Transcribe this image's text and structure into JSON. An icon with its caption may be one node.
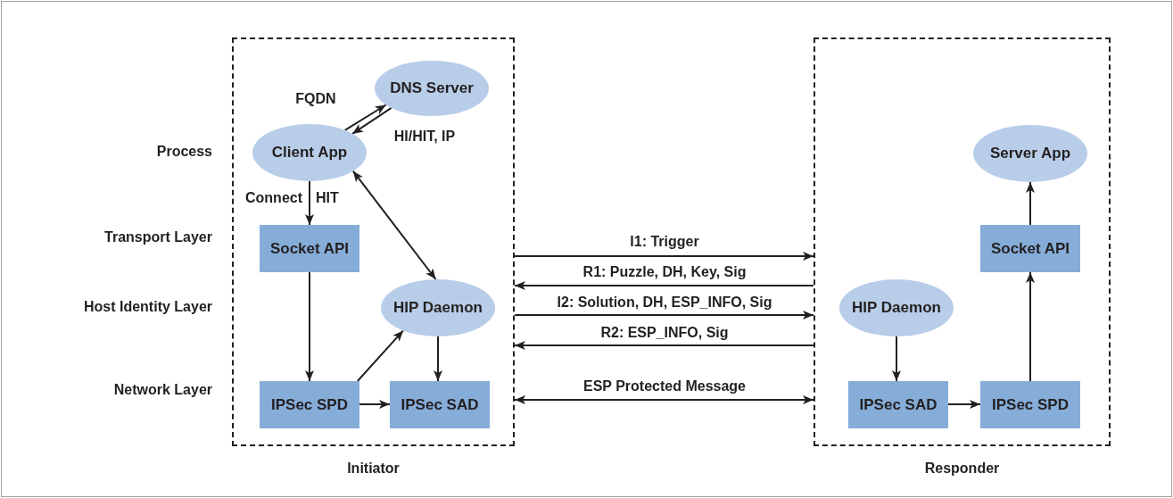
{
  "diagram": {
    "nodes": [
      {
        "text": [
          "Initiator"
        ]
      },
      {
        "text": [
          "DNS Server"
        ],
        "in": 0
      },
      {
        "text": [
          "Client App"
        ],
        "in": 0
      },
      {
        "text": [
          "Socket API"
        ],
        "in": 0
      },
      {
        "text": [
          "HIP Daemon"
        ],
        "in": 0
      },
      {
        "text": [
          "IPSec SPD"
        ],
        "in": 0
      },
      {
        "text": [
          "IPSec SAD"
        ],
        "in": 0
      },
      {
        "text": [
          "Responder"
        ]
      },
      {
        "text": [
          "Server App"
        ],
        "in": 7
      },
      {
        "text": [
          "Socket API"
        ],
        "in": 7
      },
      {
        "text": [
          "HIP Daemon"
        ],
        "in": 7
      },
      {
        "text": [
          "IPSec SAD"
        ],
        "in": 7
      },
      {
        "text": [
          "IPSec SPD"
        ],
        "in": 7
      }
    ],
    "edges": [
      {
        "from": 2,
        "to": 1,
        "arrow": "to",
        "label": "FQDN"
      },
      {
        "from": 1,
        "to": 2,
        "arrow": "to",
        "label": "HI/HIT, IP"
      },
      {
        "from": 2,
        "to": 3,
        "arrow": "to",
        "label": "Connect"
      },
      {
        "from": 2,
        "to": 4,
        "arrow": "both"
      },
      {
        "from": 3,
        "to": 5,
        "arrow": "to"
      },
      {
        "from": 5,
        "to": 4,
        "arrow": "to"
      },
      {
        "from": 4,
        "to": 6,
        "arrow": "to"
      },
      {
        "from": 5,
        "to": 6,
        "arrow": "to"
      },
      {
        "from": 0,
        "to": 7,
        "arrow": "to",
        "label": "I1: Trigger"
      },
      {
        "from": 7,
        "to": 0,
        "arrow": "to",
        "label": "R1: Puzzle, DH, Key, Sig"
      },
      {
        "from": 0,
        "to": 7,
        "arrow": "to",
        "label": "I2: Solution, DH, ESP_INFO, Sig"
      },
      {
        "from": 7,
        "to": 0,
        "arrow": "to",
        "label": "R2: ESP_INFO, Sig"
      },
      {
        "from": 0,
        "to": 7,
        "arrow": "both",
        "label": "ESP Protected Message"
      },
      {
        "from": 10,
        "to": 11,
        "arrow": "to"
      },
      {
        "from": 11,
        "to": 12,
        "arrow": "to"
      },
      {
        "from": 12,
        "to": 9,
        "arrow": "to"
      },
      {
        "from": 9,
        "to": 8,
        "arrow": "to"
      }
    ],
    "labels": [
      "HIT",
      "Process",
      "Transport Layer",
      "Host Identity Layer",
      "Network Layer"
    ]
  }
}
